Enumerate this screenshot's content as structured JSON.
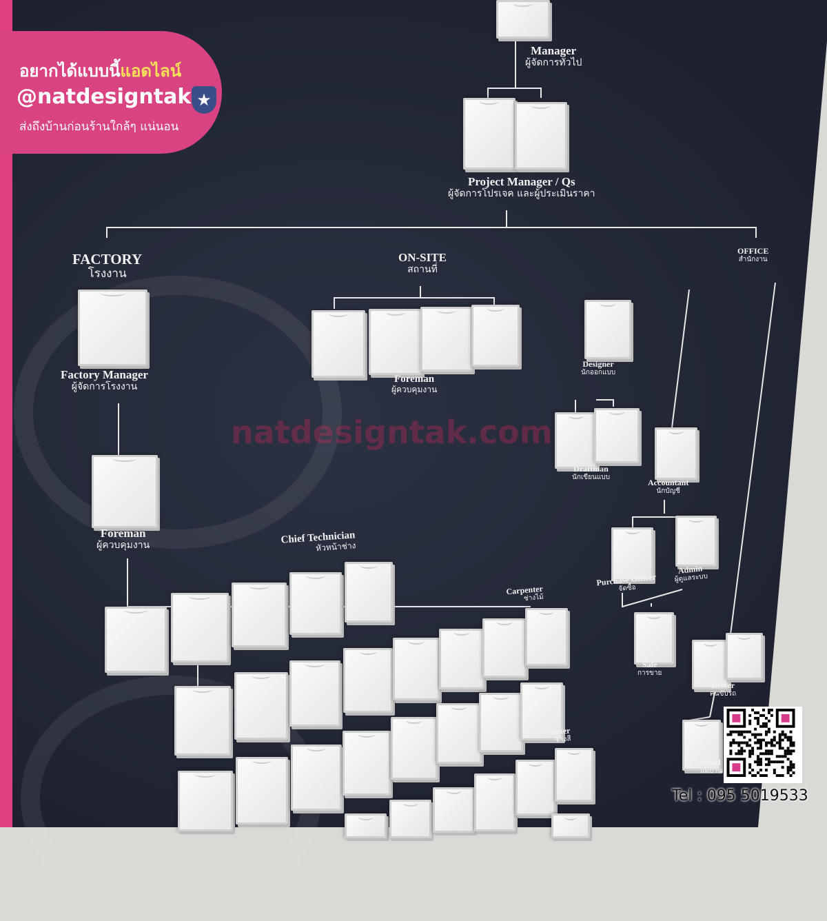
{
  "promo": {
    "line1_main": "อยากได้แบบนี้",
    "line1_highlight": "แอดไลน์",
    "handle": "@natdesigntak",
    "line3": "ส่งถึงบ้านก่อนร้านใกล้ๆ แน่นอน",
    "badge_icon": "star-shield-icon"
  },
  "watermark": "natdesigntak.com",
  "contact": {
    "tel": "Tel : 095 5019533",
    "qr_icon": "qr-code"
  },
  "colors": {
    "board": "#232836",
    "promo": "#d94381",
    "highlight": "#f6e05a",
    "qr_accent": "#d63c8a"
  },
  "chart": {
    "manager": {
      "en": "Manager",
      "th": "ผู้จัดการทั่วไป"
    },
    "project_manager": {
      "en": "Project Manager / Qs",
      "th": "ผู้จัดการโปรเจค และผู้ประเมินราคา"
    },
    "factory": {
      "en": "FACTORY",
      "th": "โรงงาน"
    },
    "onsite": {
      "en": "ON-SITE",
      "th": "สถานที่"
    },
    "office": {
      "en": "OFFICE",
      "th": "สำนักงาน"
    },
    "factory_manager": {
      "en": "Factory Manager",
      "th": "ผู้จัดการโรงงาน"
    },
    "factory_foreman": {
      "en": "Foreman",
      "th": "ผู้ควบคุมงาน"
    },
    "onsite_foreman": {
      "en": "Foreman",
      "th": "ผู้ควบคุมงาน"
    },
    "chief_technician": {
      "en": "Chief Technician",
      "th": "หัวหน้าช่าง"
    },
    "carpenter": {
      "en": "Carpenter",
      "th": "ช่างไม้"
    },
    "painter": {
      "en": "Painter",
      "th": "ช่างสี"
    },
    "designer": {
      "en": "Designer",
      "th": "นักออกแบบ"
    },
    "draftman": {
      "en": "Draftman",
      "th": "นักเขียนแบบ"
    },
    "accountant": {
      "en": "Accountant",
      "th": "นักบัญชี"
    },
    "purchase_officer": {
      "en": "Purchase Officer",
      "th": "จัดซื้อ"
    },
    "admin": {
      "en": "Admin",
      "th": "ผู้ดูแลระบบ"
    },
    "sale": {
      "en": "Sale",
      "th": "การขาย"
    },
    "driver": {
      "en": "Driver",
      "th": "คนขับรถ"
    },
    "maid": {
      "en": "Maid",
      "th": "แม่บ้าน"
    }
  }
}
